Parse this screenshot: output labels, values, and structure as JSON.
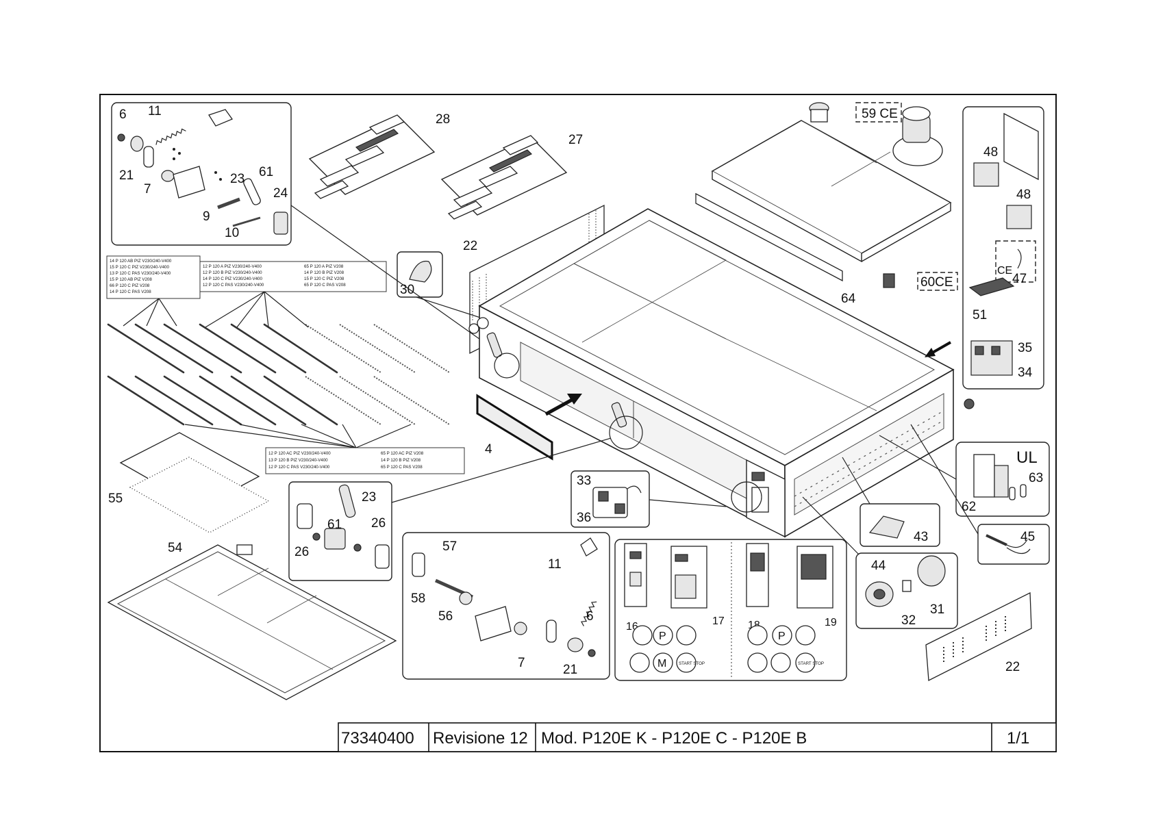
{
  "drawing": {
    "labels": {
      "p6a": "6",
      "p11a": "11",
      "p21a": "21",
      "p7a": "7",
      "p9": "9",
      "p10": "10",
      "p23a": "23",
      "p61a": "61",
      "p24": "24",
      "p28": "28",
      "p27": "27",
      "p22a": "22",
      "p30": "30",
      "p59": "59 CE",
      "p48a": "48",
      "p48b": "48",
      "p47": "47",
      "p47ce": "CE",
      "p60": "60CE",
      "p64": "64",
      "p51": "51",
      "p35": "35",
      "p34": "34",
      "p4": "4",
      "p55": "55",
      "p54": "54",
      "p23b": "23",
      "p61b": "61",
      "p26a": "26",
      "p26b": "26",
      "p33": "33",
      "p36": "36",
      "p57": "57",
      "p58": "58",
      "p56": "56",
      "p11b": "11",
      "p6b": "6",
      "p7b": "7",
      "p21b": "21",
      "p16": "16",
      "p17": "17",
      "p18": "18",
      "p19": "19",
      "p62": "62",
      "p63": "63",
      "pUL": "UL",
      "p43": "43",
      "p45": "45",
      "p44": "44",
      "p32": "32",
      "p31": "31",
      "p22b": "22"
    },
    "resistor_tables": {
      "left": [
        "14 P 120 AB PIZ V230/240-V400",
        "15 P 120 C PIZ V230/240-V400",
        "13 P 120 C PAS V230/240-V400",
        "15 P 120 AB PIZ V208",
        "66 P 120 C PIZ V208",
        "14 P 120 C PAS V208"
      ],
      "mid_a": [
        "12 P 120 A PIZ V230/240-V400",
        "12 P 120 B PIZ V230/240-V400",
        "14 P 120 C PIZ V230/240-V400",
        "12 P 120 C PAS V230/240-V400"
      ],
      "mid_b": [
        "65 P 120 A PIZ V208",
        "14 P 120 B PIZ V208",
        "15 P 120 C PIZ V208",
        "65 P 120 C PAS V208"
      ],
      "bottom_a": [
        "12 P 120 AC PIZ V230/240-V400",
        "13 P 120 B PIZ V230/240-V400",
        "12 P 120 C PAS V230/240-V400"
      ],
      "bottom_b": [
        "65 P 120 AC PIZ V208",
        "14 P 120 B PIZ V208",
        "65 P 120 C PAS V208"
      ]
    },
    "knob_labels": {
      "start_stop": "START STOP",
      "p": "P",
      "m": "M"
    }
  },
  "title_block": {
    "code": "73340400",
    "revision": "Revisione 12",
    "model": "Mod. P120E K - P120E C - P120E B",
    "sheet": "1/1"
  }
}
